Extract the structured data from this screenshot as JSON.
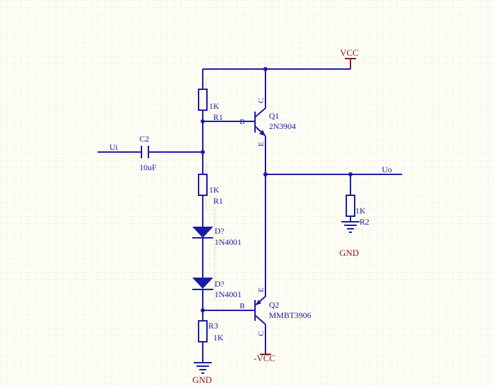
{
  "colors": {
    "wire": "#1a1aa6",
    "power": "#8a1a1a",
    "grid": "#e4e4dc",
    "background": "#fdfdf6"
  },
  "nets": {
    "input": "Ui",
    "output": "Uo"
  },
  "power": {
    "vcc": "VCC",
    "neg_vcc": "-VCC",
    "gnd_left": "GND",
    "gnd_r2": "GND"
  },
  "parts": {
    "r_top": {
      "designator": "R1",
      "value": "1K"
    },
    "r_mid": {
      "designator": "R1",
      "value": "1K"
    },
    "r3": {
      "designator": "R3",
      "value": "1K"
    },
    "r2": {
      "designator": "R2",
      "value": "1K"
    },
    "c2": {
      "designator": "C2",
      "value": "10uF"
    },
    "d1": {
      "designator": "D?",
      "value": "1N4001"
    },
    "d2": {
      "designator": "D?",
      "value": "1N4001"
    },
    "q1": {
      "designator": "Q1",
      "value": "2N3904",
      "pins": {
        "b": "B",
        "c": "C",
        "e": "E"
      }
    },
    "q2": {
      "designator": "Q2",
      "value": "MMBT3906",
      "pins": {
        "b": "B",
        "c": "C",
        "e": "E"
      }
    }
  }
}
